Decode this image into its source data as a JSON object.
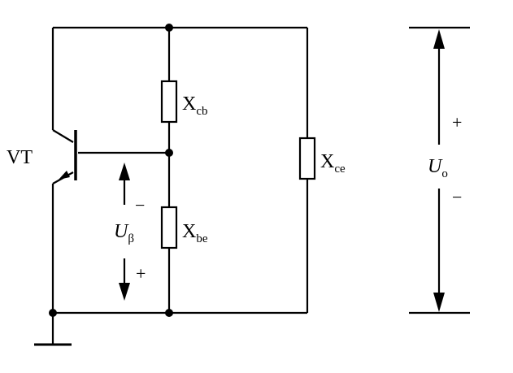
{
  "labels": {
    "transistor": "VT",
    "xcb": {
      "main": "X",
      "sub": "cb"
    },
    "xbe": {
      "main": "X",
      "sub": "be"
    },
    "xce": {
      "main": "X",
      "sub": "ce"
    },
    "ubeta": {
      "main": "U",
      "sub": "β"
    },
    "uo": {
      "main": "U",
      "sub": "o"
    },
    "ubeta_top_sign": "−",
    "ubeta_bottom_sign": "+",
    "uo_top_sign": "+",
    "uo_bottom_sign": "−"
  }
}
